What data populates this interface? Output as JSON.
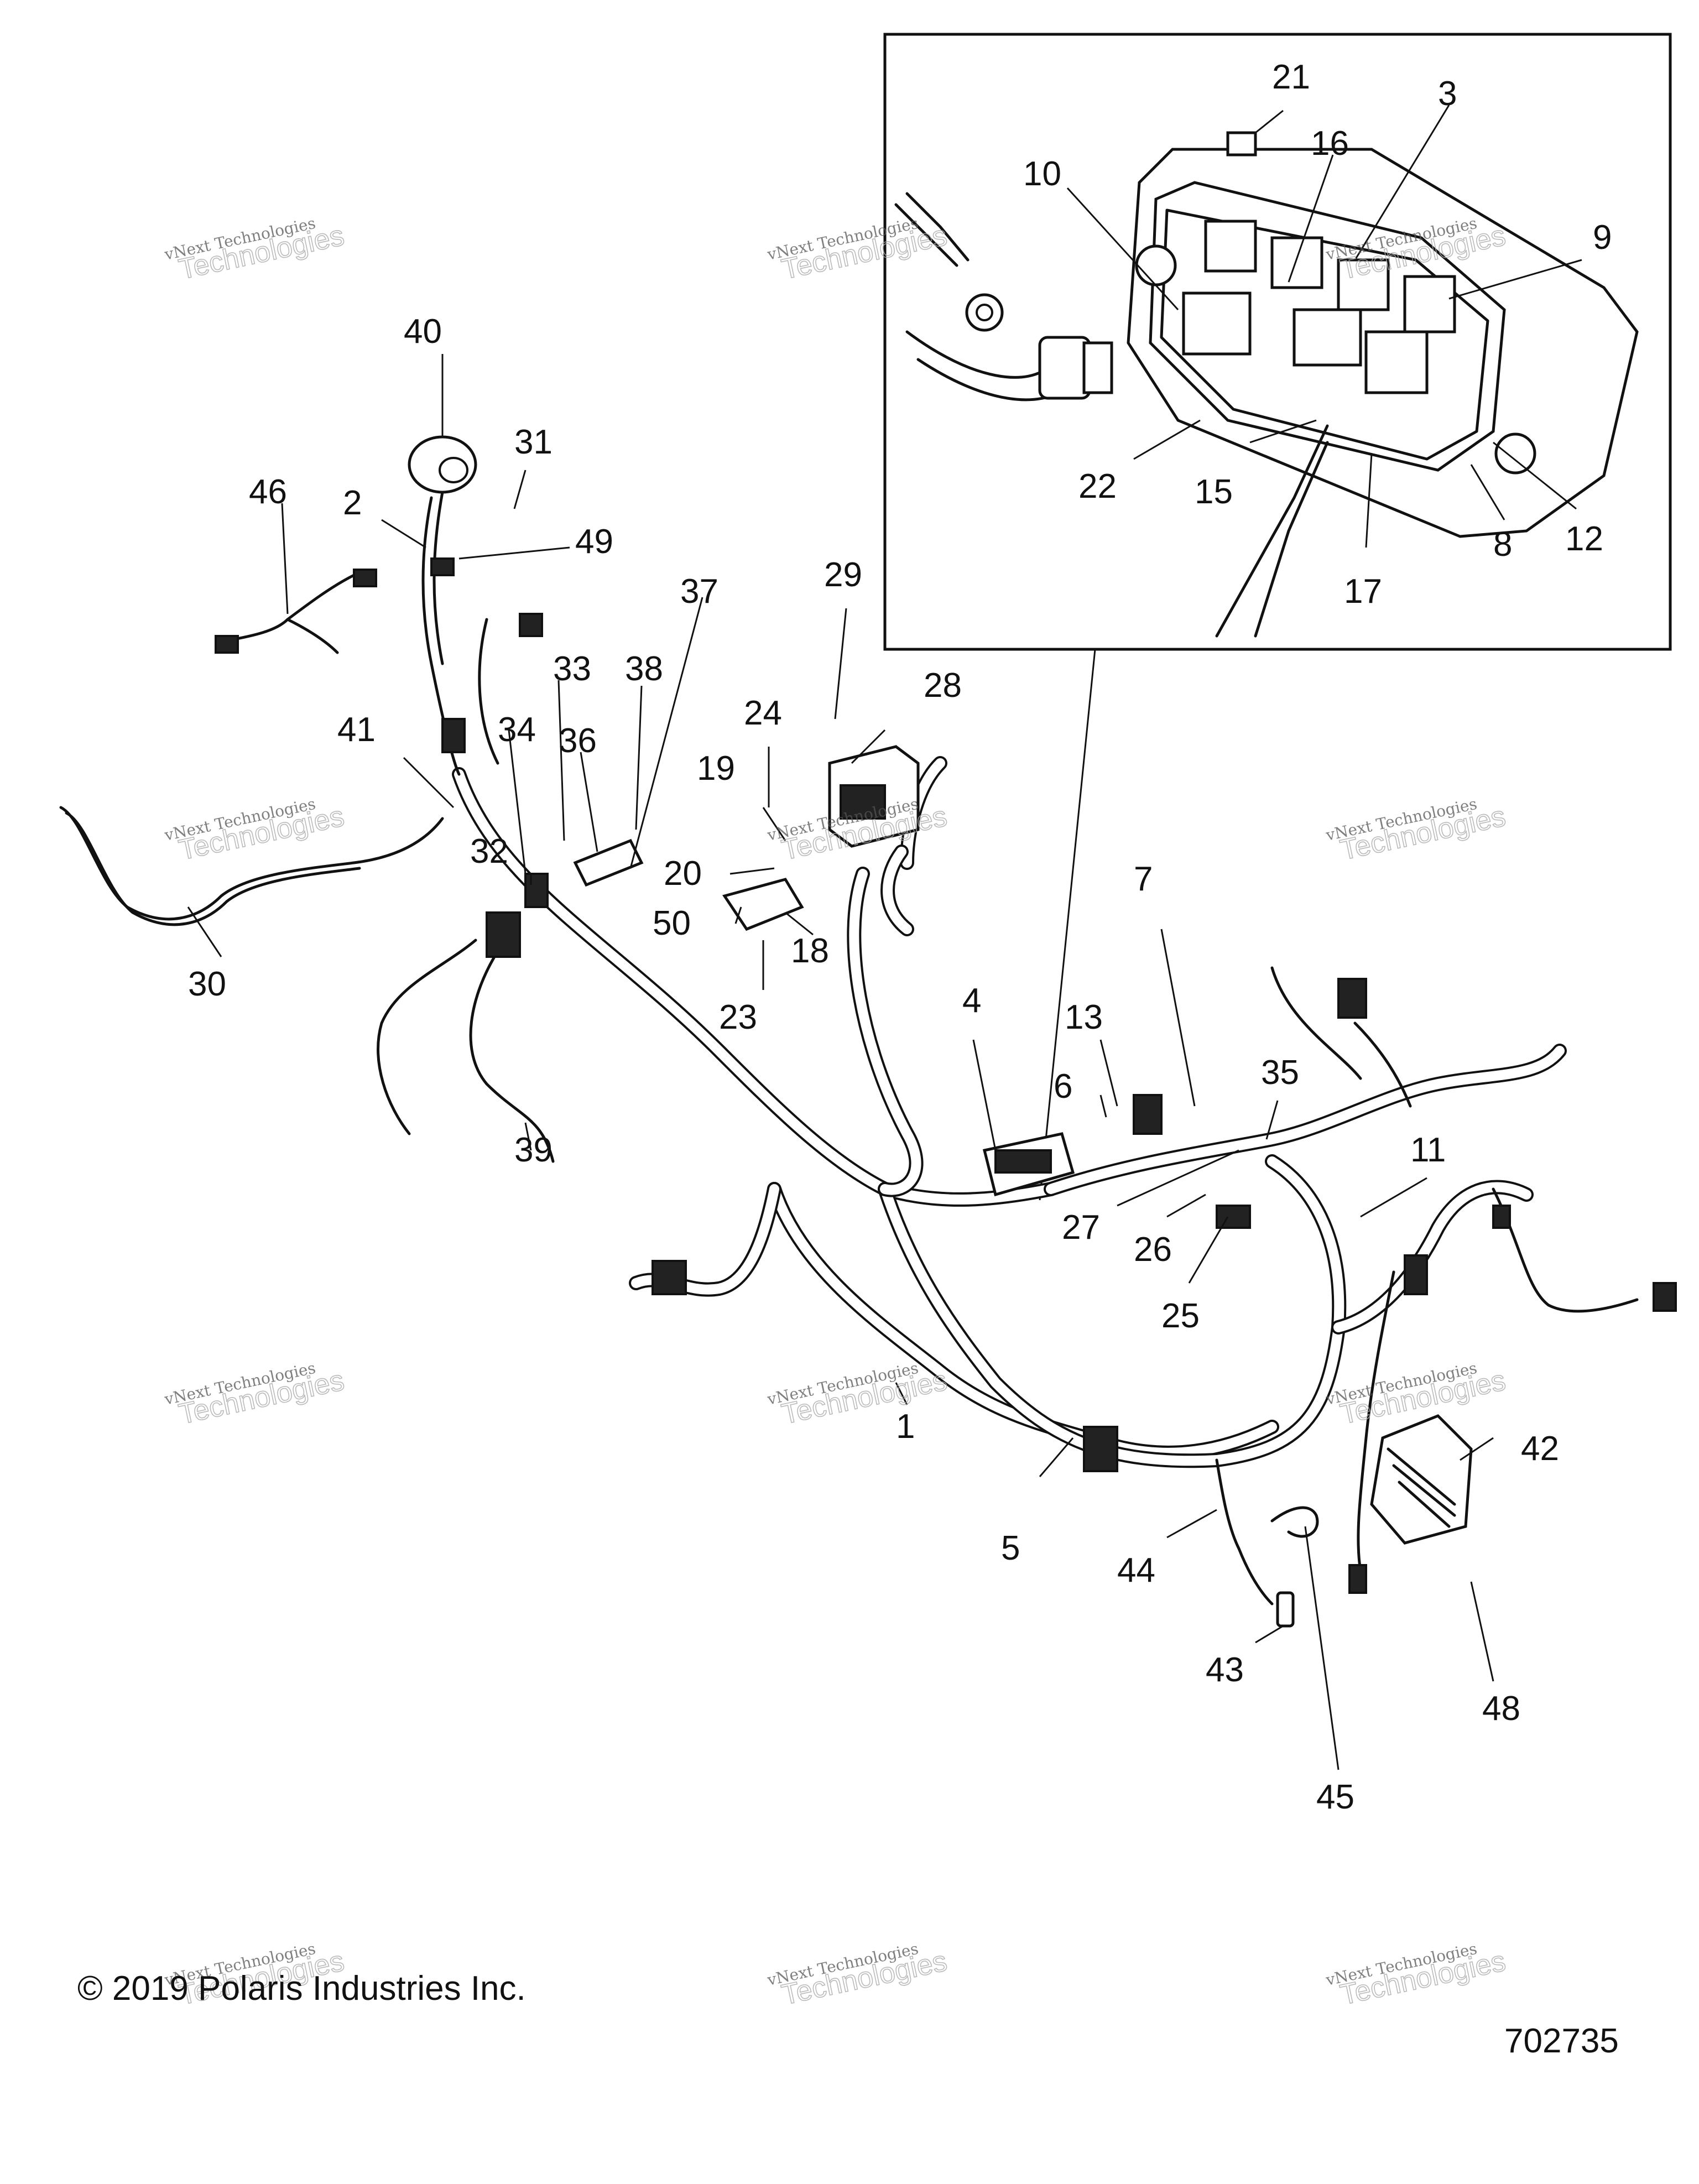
{
  "watermark": {
    "line1": "vNext Technologies",
    "line2": "Technologies"
  },
  "footer": {
    "copyright": "© 2019 Polaris Industries Inc.",
    "drawing_number": "702735"
  },
  "callouts": [
    "1",
    "2",
    "3",
    "4",
    "5",
    "6",
    "7",
    "8",
    "9",
    "10",
    "11",
    "12",
    "13",
    "15",
    "16",
    "17",
    "18",
    "19",
    "20",
    "21",
    "22",
    "23",
    "24",
    "25",
    "26",
    "27",
    "28",
    "29",
    "30",
    "31",
    "32",
    "33",
    "34",
    "35",
    "36",
    "37",
    "38",
    "39",
    "40",
    "41",
    "42",
    "43",
    "44",
    "45",
    "46",
    "48",
    "49",
    "50"
  ]
}
